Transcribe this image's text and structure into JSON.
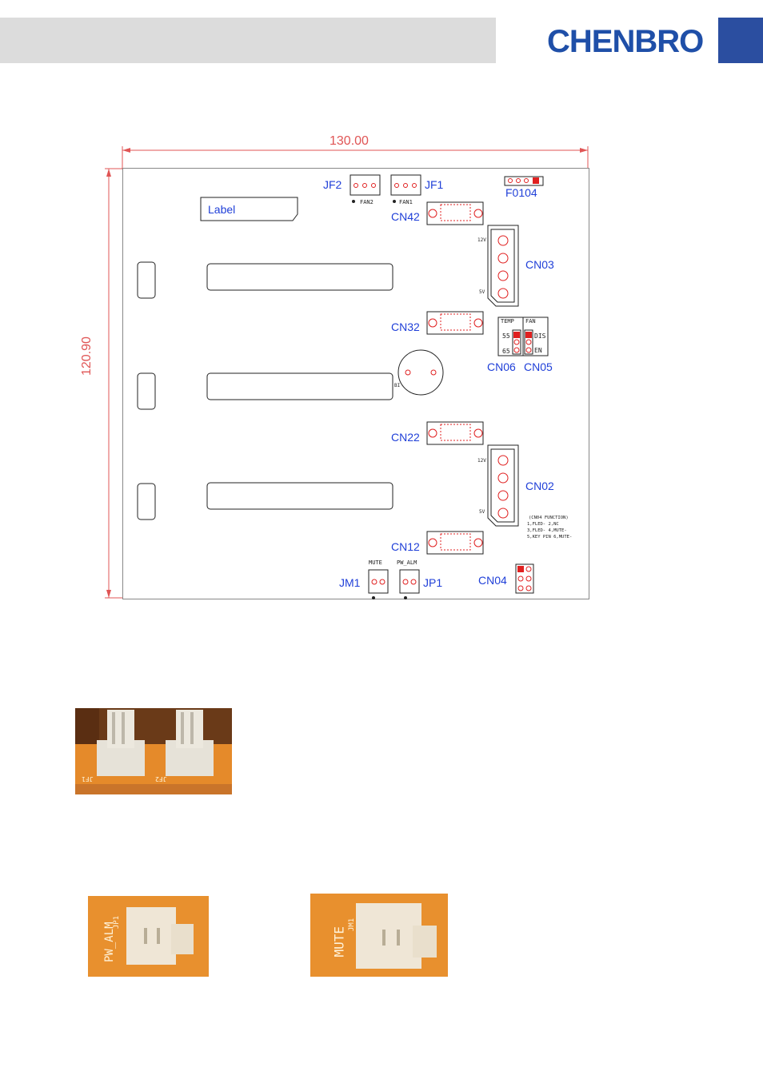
{
  "header": {
    "logo_text": "CHENBRO"
  },
  "diagram": {
    "width_dim": "130.00",
    "height_dim": "120.90",
    "label_box": "Label",
    "connectors": {
      "JF2": "JF2",
      "JF1": "JF1",
      "F0104": "F0104",
      "CN42": "CN42",
      "CN03": "CN03",
      "CN32": "CN32",
      "CN06": "CN06",
      "CN05": "CN05",
      "CN22": "CN22",
      "CN02": "CN02",
      "CN12": "CN12",
      "JM1": "JM1",
      "JP1": "JP1",
      "CN04": "CN04"
    },
    "silk": {
      "fan2": "FAN2",
      "fan1": "FAN1",
      "v12a": "12V",
      "v5a": "5V",
      "v12b": "12V",
      "v5b": "5V",
      "temp": "TEMP",
      "fan": "FAN",
      "t55": "55",
      "t65": "65",
      "dis": "DIS",
      "en": "EN",
      "bi": "BI",
      "mute": "MUTE",
      "pw_alm": "PW_ALM",
      "cn04_title": "(CN04 FUNCTION)",
      "cn04_line1": "1,FLED-   2,NC",
      "cn04_line2": "3,FLED-   4,MUTE-",
      "cn04_line3": "5,KEY PIN 6,MUTE-"
    }
  },
  "photos": {
    "fans": {
      "jf1": "JF1",
      "jf2": "JF2"
    },
    "pwalm": {
      "text": "PW_ALM",
      "sub": "JP1"
    },
    "mute": {
      "text": "MUTE",
      "sub": "JM1"
    }
  },
  "colors": {
    "brand_blue": "#1f4fa8",
    "label_blue": "#1f3fd8",
    "dim_red": "#e05555",
    "pcb_orange": "#e58a2a"
  }
}
